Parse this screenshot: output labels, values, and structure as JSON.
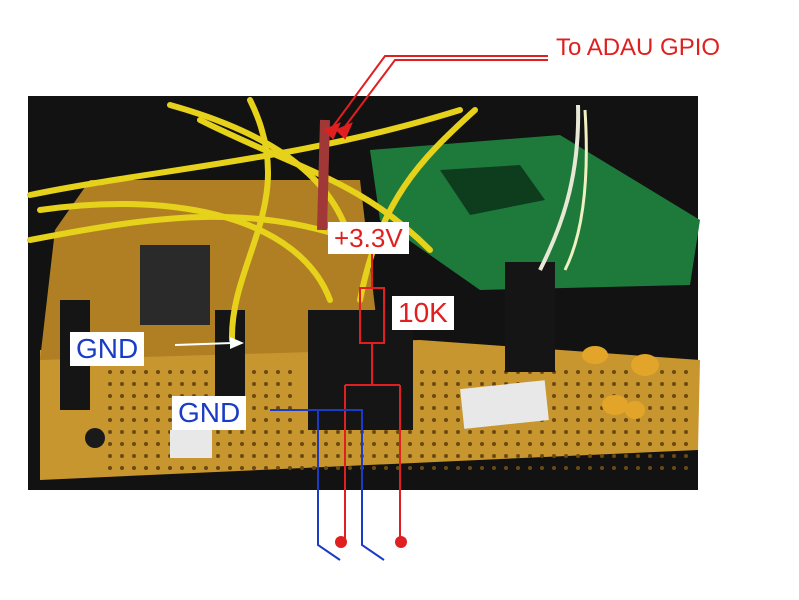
{
  "labels": {
    "to_adau_gpio": "To ADAU GPIO",
    "plus_3v3": "+3.3V",
    "resistor": "10K",
    "gnd_1": "GND",
    "gnd_2": "GND"
  },
  "colors": {
    "annotation_red": "#e02020",
    "annotation_blue": "#1a3cc4",
    "board": "#c8962e",
    "pcb_green": "#1e7a3a",
    "wire_yellow": "#e6d21a"
  }
}
